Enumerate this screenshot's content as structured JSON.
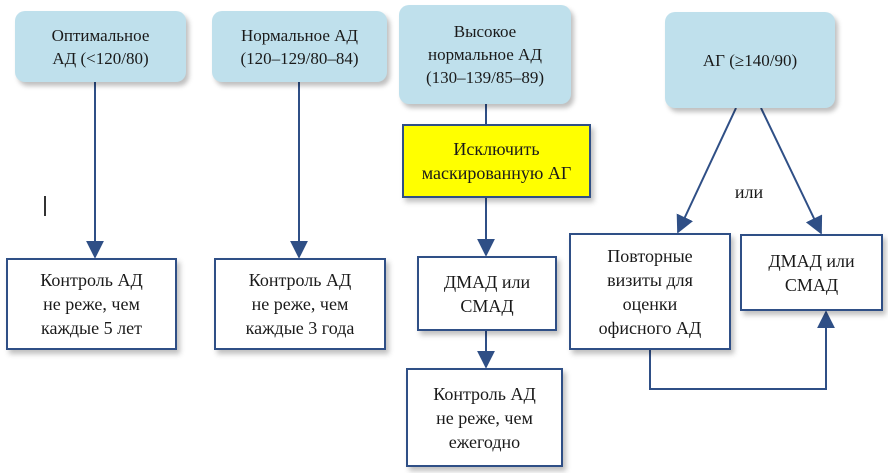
{
  "categories": [
    {
      "text": "Оптимальное\nАД (<120/80)"
    },
    {
      "text": "Нормальное АД\n(120–129/80–84)"
    },
    {
      "text": "Высокое\nнормальное АД\n(130–139/85–89)"
    },
    {
      "text": "АГ (≥140/90)"
    }
  ],
  "exclude_masked": "Исключить\nмаскированную АГ",
  "actions": {
    "optimal": "Контроль АД\nне реже, чем\nкаждые 5 лет",
    "normal": "Контроль АД\nне реже, чем\nкаждые 3 года",
    "high_normal_monitoring": "ДМАД или\nСМАД",
    "high_normal_control": "Контроль АД\nне реже, чем\nежегодно",
    "ag_repeat_visits": "Повторные\nвизиты для\nоценки\nофисного АД",
    "ag_monitoring": "ДМАД или\nСМАД"
  },
  "or_label": "или",
  "colors": {
    "category_fill": "#bfe0ec",
    "box_border": "#2f4f86",
    "highlight_fill": "#ffff00",
    "arrow": "#2f4f86"
  }
}
